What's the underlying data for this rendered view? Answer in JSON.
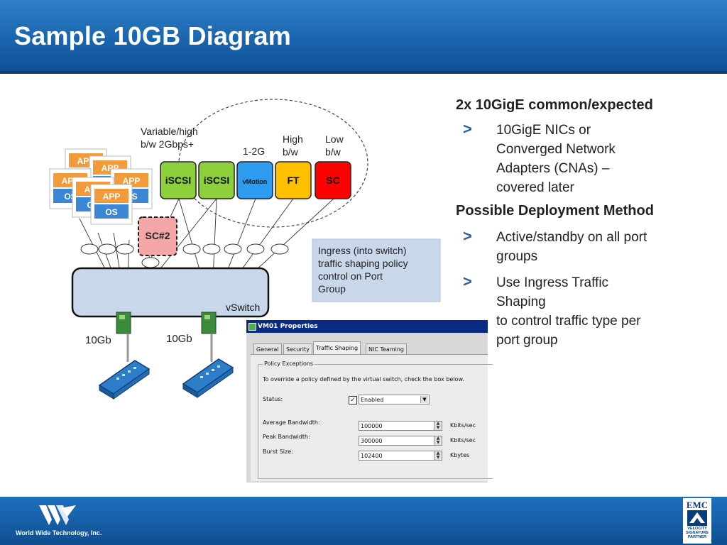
{
  "slide": {
    "title": "Sample 10GB Diagram"
  },
  "diagram": {
    "vm_app": "APP",
    "vm_os": "OS",
    "port_groups": [
      {
        "label": "iSCSI",
        "fill": "#8dd03b"
      },
      {
        "label": "iSCSI",
        "fill": "#8dd03b"
      },
      {
        "label": "vMotion",
        "fill": "#2d9cf0"
      },
      {
        "label": "FT",
        "fill": "#ffc000"
      },
      {
        "label": "SC",
        "fill": "#ff0000"
      }
    ],
    "sc2_label": "SC#2",
    "annot_variable": [
      "Variable/high",
      "b/w 2Gbps+"
    ],
    "annot_12g": "1-2G",
    "annot_high": [
      "High",
      "b/w"
    ],
    "annot_low": [
      "Low",
      "b/w"
    ],
    "vswitch_label": "vSwitch",
    "nic1_speed": "10Gb",
    "nic2_speed": "10Gb",
    "callout": [
      "Ingress (into switch)",
      "traffic shaping policy",
      "control on Port",
      "Group"
    ]
  },
  "bullets": {
    "heading1": "2x 10GigE common/expected",
    "items1": [
      [
        "10GigE  NICs or",
        "Converged Network",
        "Adapters (CNAs) –",
        "covered later"
      ]
    ],
    "heading2": "Possible Deployment Method",
    "items2": [
      [
        "Active/standby on all port",
        "groups"
      ],
      [
        "Use Ingress Traffic",
        "Shaping",
        "to control traffic type per",
        "port group"
      ]
    ],
    "arrow_glyph": ">"
  },
  "dialog": {
    "title": "VM01 Properties",
    "tabs": [
      "General",
      "Security",
      "Traffic Shaping",
      "NIC Teaming"
    ],
    "active_tab": "Traffic Shaping",
    "group_title": "Policy Exceptions",
    "instruction": "To override a policy defined by the virtual switch, check the box below.",
    "status_label": "Status:",
    "status_checked": true,
    "status_value": "Enabled",
    "avg_label": "Average Bandwidth:",
    "avg_value": "100000",
    "avg_unit": "Kbits/sec",
    "peak_label": "Peak Bandwidth:",
    "peak_value": "300000",
    "peak_unit": "Kbits/sec",
    "burst_label": "Burst Size:",
    "burst_value": "102400",
    "burst_unit": "Kbytes"
  },
  "footer": {
    "company": "World Wide Technology, Inc.",
    "emc": "EMC",
    "partner": [
      "VELOCITY",
      "SIGNATURE",
      "PARTNER"
    ]
  },
  "colors": {
    "header_blue": "#1a64ae",
    "arrow_blue": "#2a5fa8",
    "vswitch_fill": "#c9d7ea"
  }
}
